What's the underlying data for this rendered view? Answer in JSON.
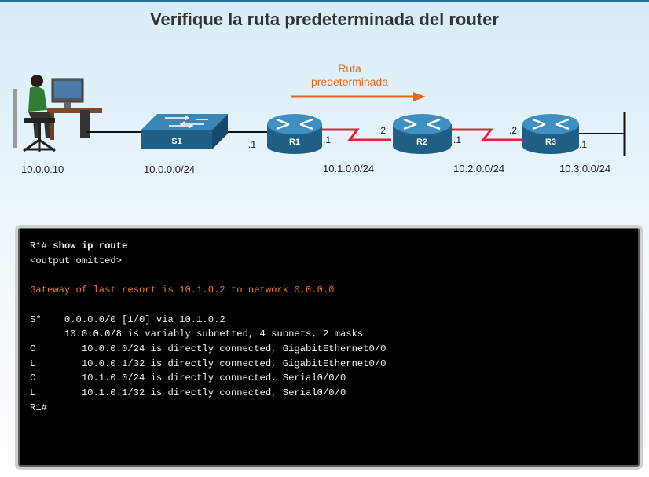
{
  "title": "Verifique la ruta predeterminada del router",
  "default_route_label": [
    "Ruta",
    "predeterminada"
  ],
  "colors": {
    "accent_orange": "#e06b1f",
    "router_blue": "#1f5f86",
    "serial_red": "#d7263d",
    "terminal_bg": "#000000",
    "terminal_highlight": "#e8782b"
  },
  "devices": {
    "pc_ip": "10.0.0.10",
    "switch": "S1",
    "routers": [
      "R1",
      "R2",
      "R3"
    ]
  },
  "networks": [
    "10.0.0.0/24",
    "10.1.0.0/24",
    "10.2.0.0/24",
    "10.3.0.0/24"
  ],
  "interface_ids": {
    "r1_lan": ".1",
    "r1_wan": ".1",
    "r2_left": ".2",
    "r2_right": ".1",
    "r3_left": ".2",
    "r3_lan": ".1"
  },
  "terminal": {
    "prompt": "R1#",
    "command": " show ip route",
    "line_omitted": "<output omitted>",
    "line_gateway": "Gateway of last resort is 10.1.0.2 to network 0.0.0.0",
    "routes": [
      "S*    0.0.0.0/0 [1/0] via 10.1.0.2",
      "      10.0.0.0/8 is variably subnetted, 4 subnets, 2 masks",
      "C        10.0.0.0/24 is directly connected, GigabitEthernet0/0",
      "L        10.0.0.1/32 is directly connected, GigabitEthernet0/0",
      "C        10.1.0.0/24 is directly connected, Serial0/0/0",
      "L        10.1.0.1/32 is directly connected, Serial0/0/0"
    ],
    "final_prompt": "R1#"
  }
}
